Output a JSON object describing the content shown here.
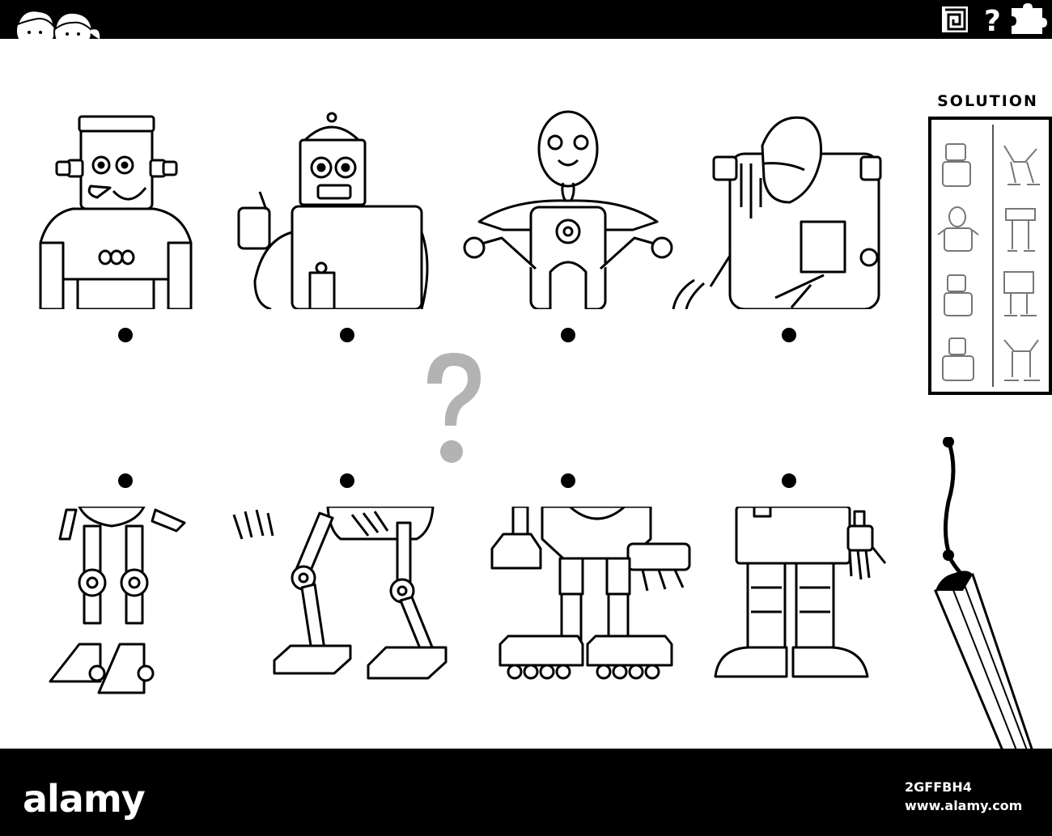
{
  "header": {
    "icons": [
      "maze-icon",
      "question-mark-icon",
      "puzzle-piece-icon"
    ],
    "logo_icon": "kids-faces-logo"
  },
  "solution": {
    "title": "SOLUTION",
    "rows": 4
  },
  "puzzle": {
    "top_halves": [
      "robot-1-top-half",
      "robot-2-top-half",
      "robot-3-top-half",
      "robot-4-top-half"
    ],
    "bottom_halves": [
      "robot-legs-1",
      "robot-legs-2",
      "robot-legs-3",
      "robot-legs-4"
    ],
    "question_glyph": "?"
  },
  "footer": {
    "brand": "alamy",
    "image_code": "2GFFBH4",
    "url": "www.alamy.com"
  },
  "colors": {
    "bar": "#000000",
    "paper": "#ffffff",
    "ink": "#111111",
    "question_mark": "#b3b3b3"
  }
}
